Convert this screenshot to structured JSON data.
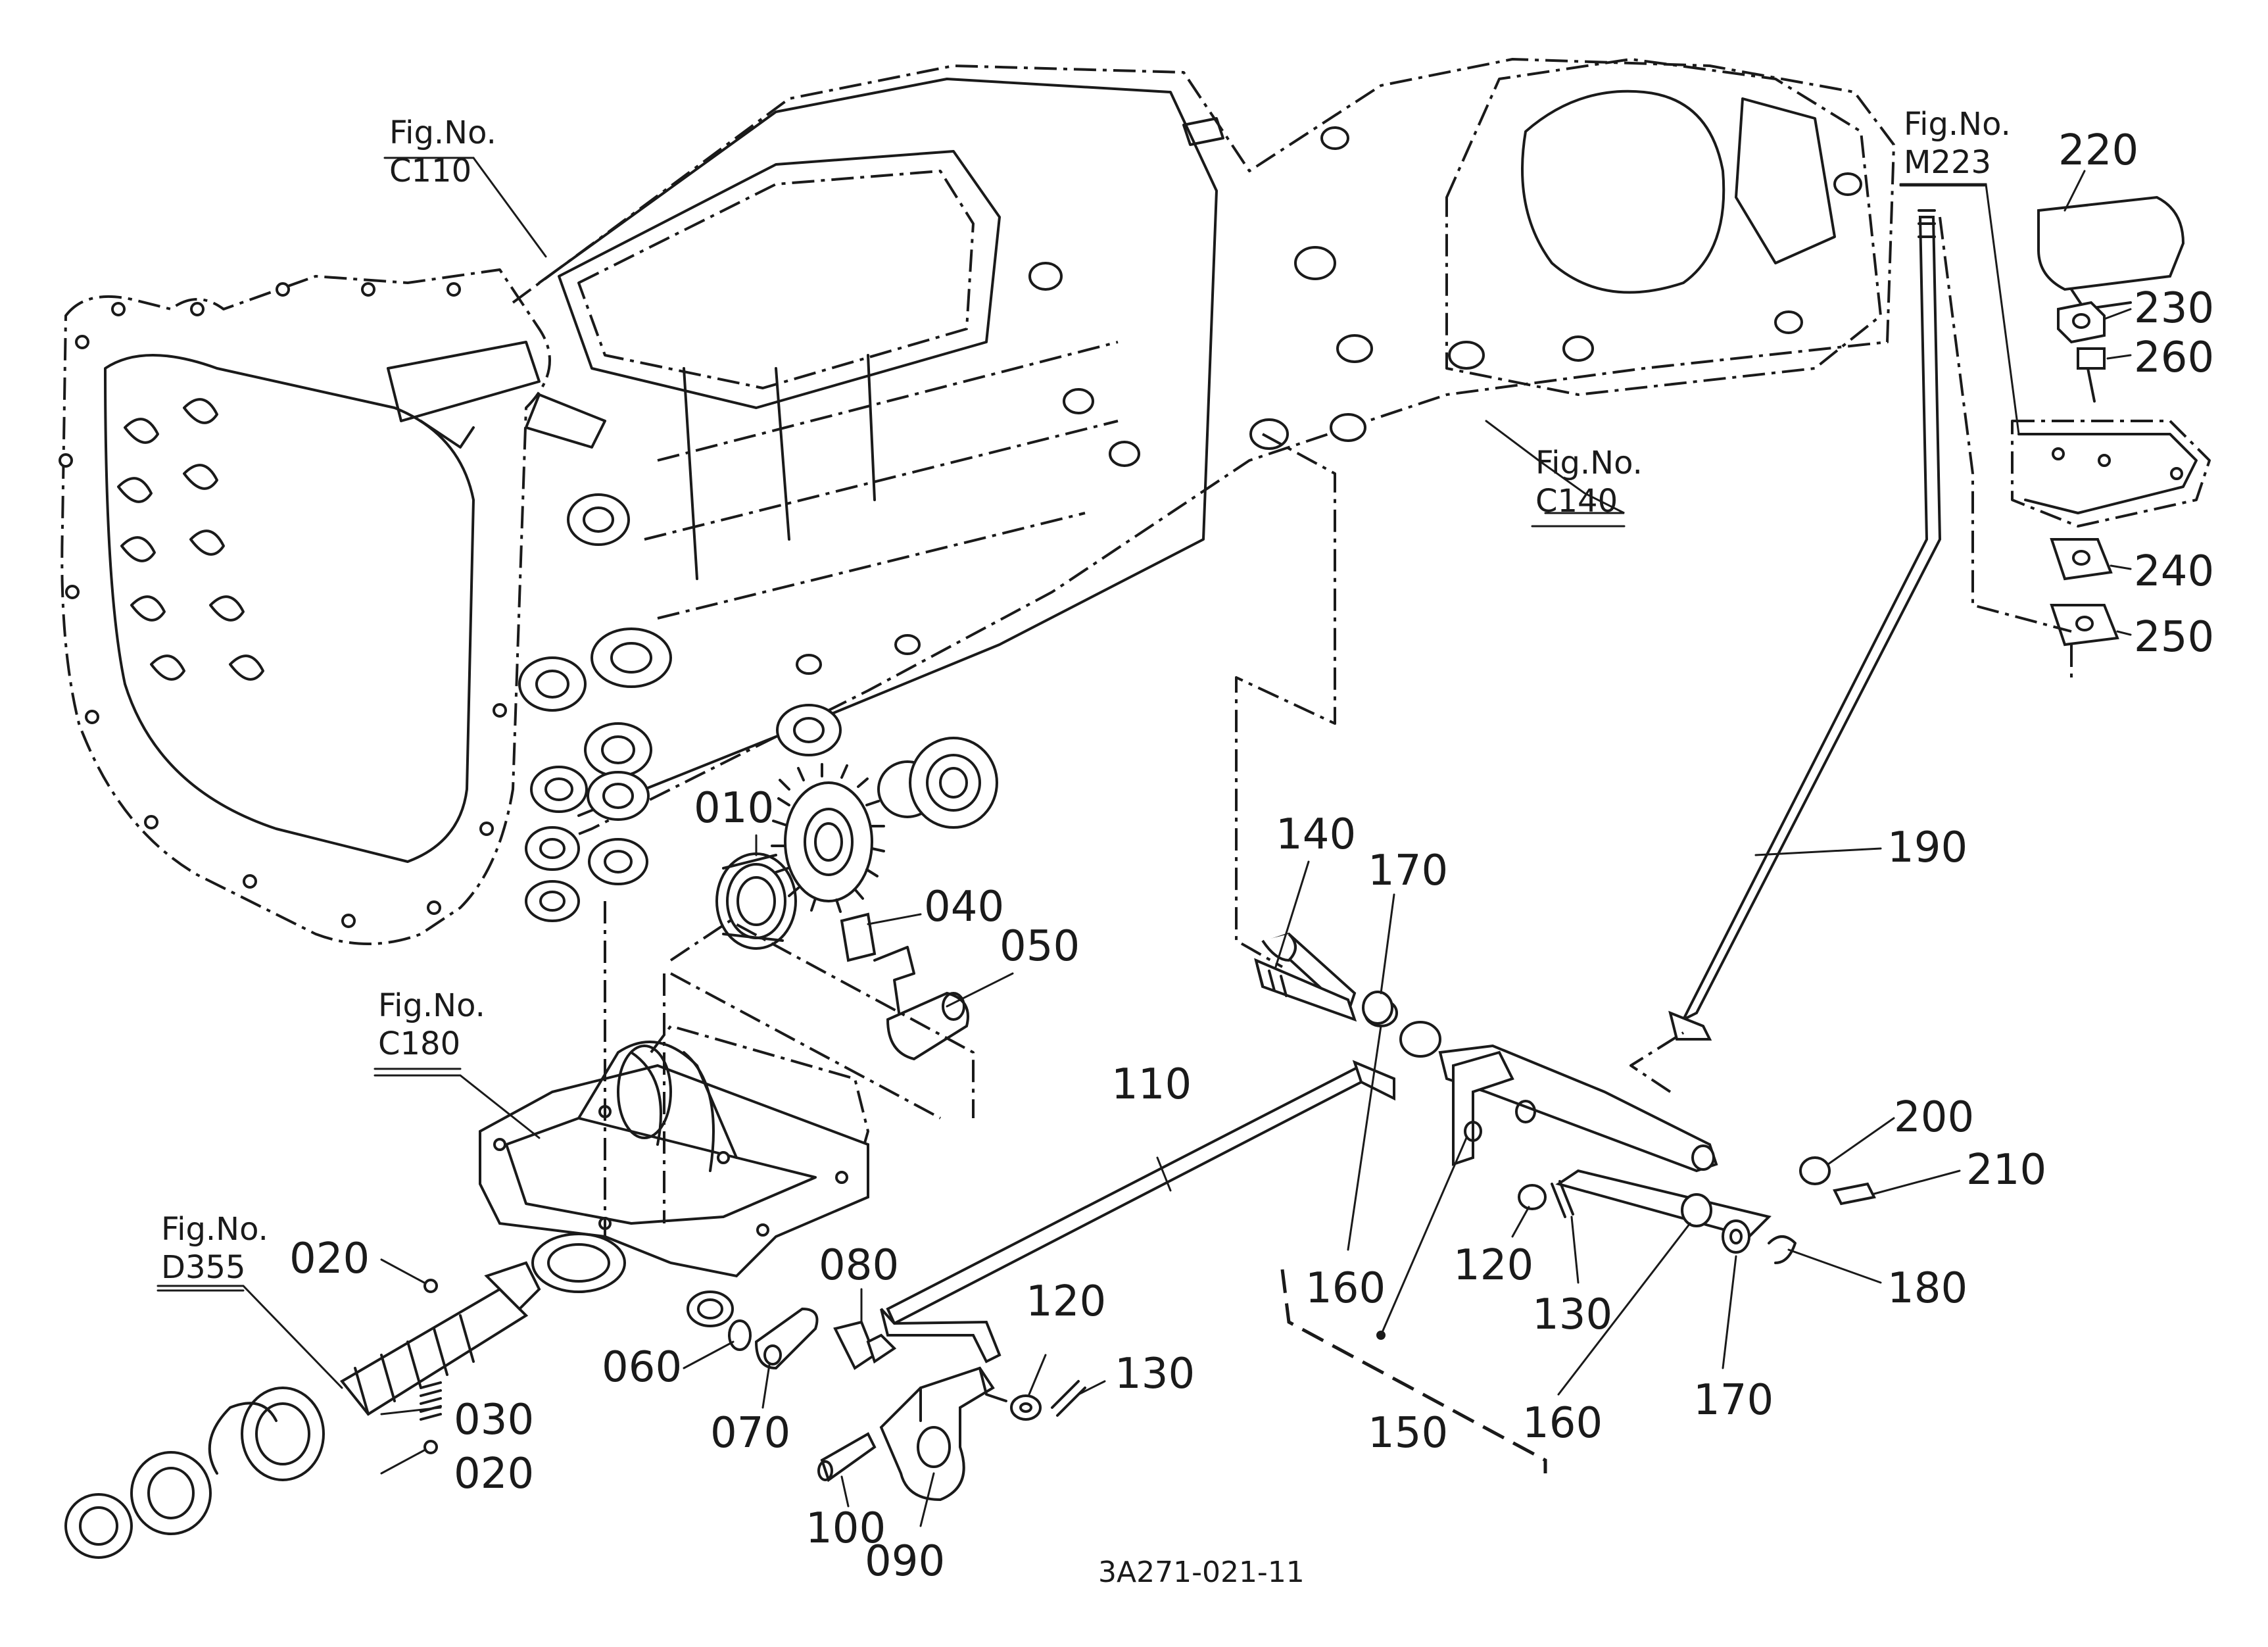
{
  "figure_refs": [
    {
      "line1": "Fig.No.",
      "line2": "C110"
    },
    {
      "line1": "Fig.No.",
      "line2": "C140"
    },
    {
      "line1": "Fig.No.",
      "line2": "C180"
    },
    {
      "line1": "Fig.No.",
      "line2": "D355"
    },
    {
      "line1": "Fig.No.",
      "line2": "M223"
    }
  ],
  "part_labels": [
    "010",
    "020",
    "030",
    "020",
    "040",
    "050",
    "060",
    "070",
    "080",
    "090",
    "100",
    "110",
    "120",
    "130",
    "120",
    "130",
    "140",
    "150",
    "160",
    "160",
    "170",
    "170",
    "180",
    "190",
    "200",
    "210",
    "220",
    "230",
    "240",
    "250",
    "260"
  ],
  "drawing_code": "3A271-021-11"
}
